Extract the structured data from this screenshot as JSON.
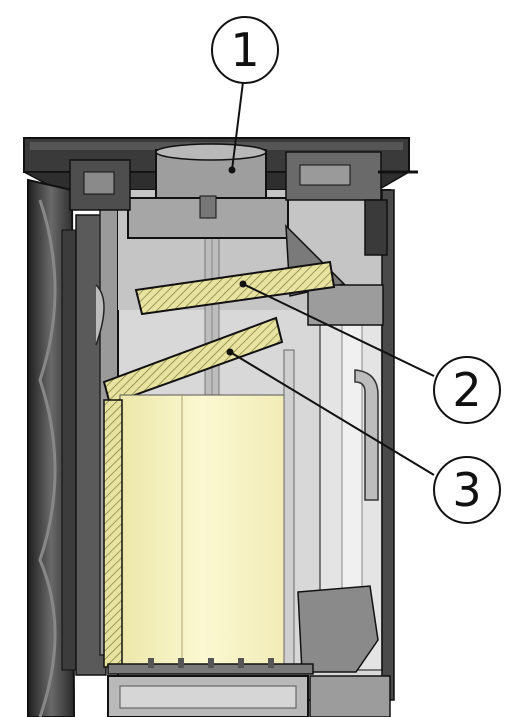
{
  "callouts": [
    {
      "id": "1",
      "label": "1"
    },
    {
      "id": "2",
      "label": "2"
    },
    {
      "id": "3",
      "label": "3"
    }
  ],
  "colors": {
    "outline": "#1a1a1a",
    "dark_metal": "#2b2b2b",
    "mid_gray": "#8c8c8c",
    "light_gray": "#c8c8c8",
    "pale_gray": "#e2e2e2",
    "baffle_fill": "#e6e3a6",
    "chamber_fill": "#f6f3c4"
  }
}
